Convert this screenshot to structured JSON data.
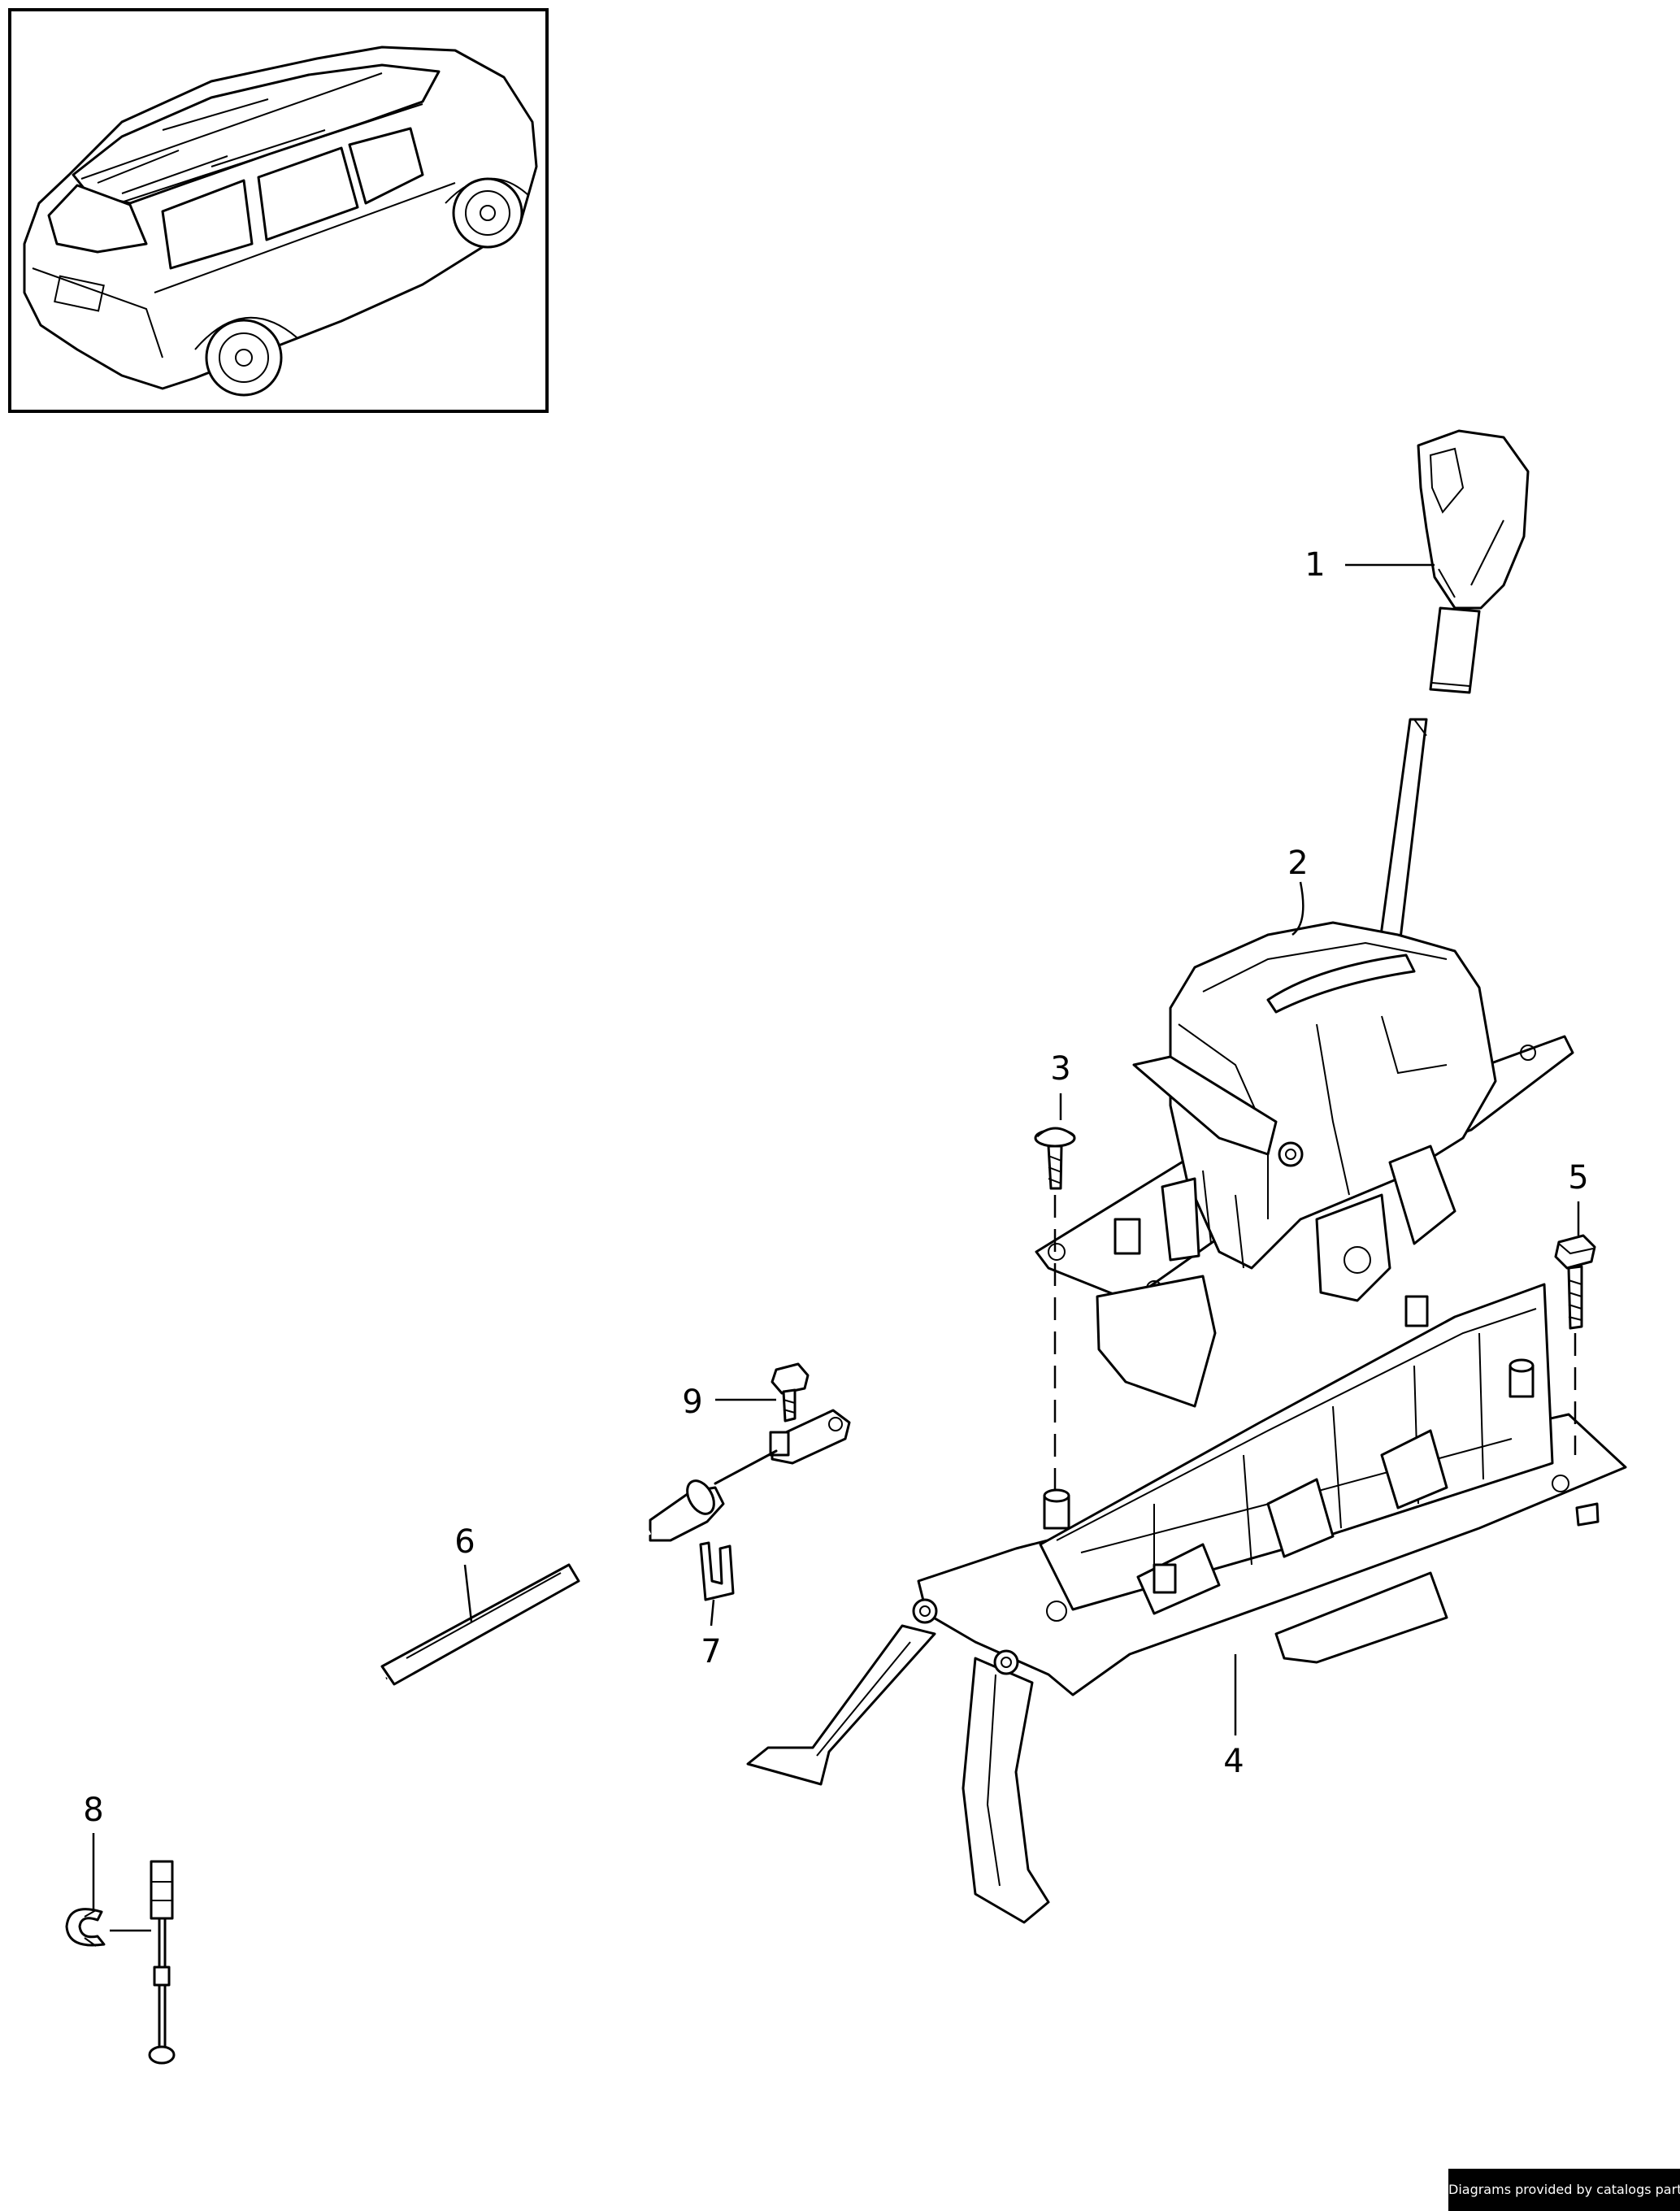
{
  "callouts": [
    {
      "id": "1",
      "label": "1"
    },
    {
      "id": "2",
      "label": "2"
    },
    {
      "id": "3",
      "label": "3"
    },
    {
      "id": "4",
      "label": "4"
    },
    {
      "id": "5",
      "label": "5"
    },
    {
      "id": "6",
      "label": "6"
    },
    {
      "id": "7",
      "label": "7"
    },
    {
      "id": "8",
      "label": "8"
    },
    {
      "id": "9",
      "label": "9"
    }
  ],
  "credit": {
    "text": "Diagrams provided by catalogs parts"
  }
}
